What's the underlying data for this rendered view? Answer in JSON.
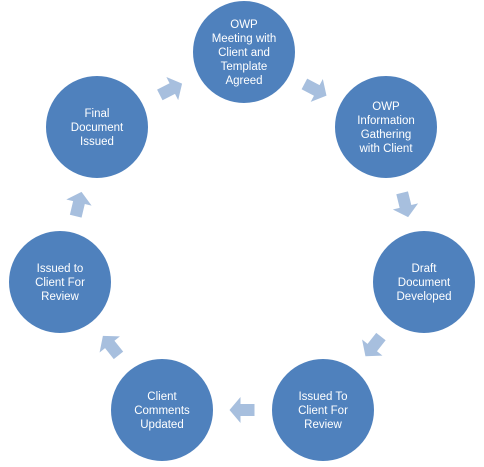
{
  "diagram": {
    "type": "cycle",
    "node_color": "#4f81bd",
    "node_border_color": "#ffffff",
    "arrow_color": "#a7bfde",
    "nodes": [
      {
        "id": "owp-meeting",
        "lines": [
          "OWP",
          "Meeting with",
          "Client and",
          "Template",
          "Agreed"
        ]
      },
      {
        "id": "owp-information-gathering",
        "lines": [
          "OWP",
          "Information",
          "Gathering",
          "with Client"
        ]
      },
      {
        "id": "draft-document-developed",
        "lines": [
          "Draft",
          "Document",
          "Developed"
        ]
      },
      {
        "id": "issued-to-client-for-review-1",
        "lines": [
          "Issued To",
          "Client For",
          "Review"
        ]
      },
      {
        "id": "client-comments-updated",
        "lines": [
          "Client",
          "Comments",
          "Updated"
        ]
      },
      {
        "id": "issued-to-client-for-review-2",
        "lines": [
          "Issued to",
          "Client For",
          "Review"
        ]
      },
      {
        "id": "final-document-issued",
        "lines": [
          "Final",
          "Document",
          "Issued"
        ]
      }
    ]
  }
}
